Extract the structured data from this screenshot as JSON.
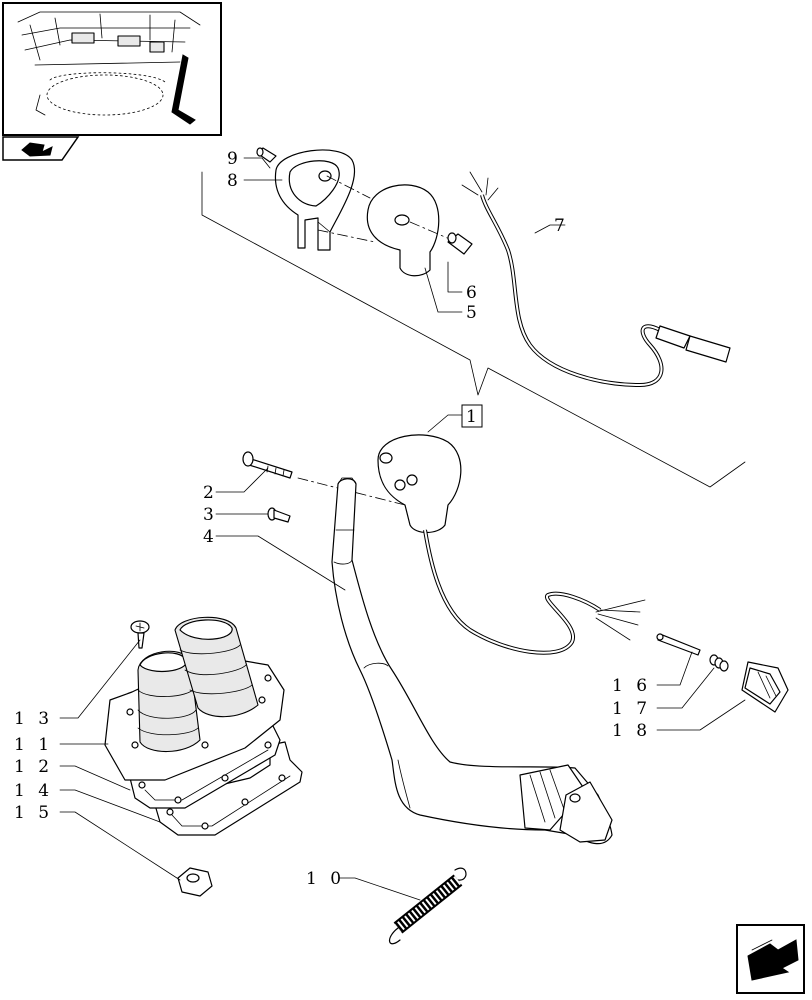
{
  "callouts": {
    "c1": "1",
    "c2": "2",
    "c3": "3",
    "c4": "4",
    "c5": "5",
    "c6": "6",
    "c7": "7",
    "c8": "8",
    "c9": "9",
    "c10": "1 0",
    "c11": "1 1",
    "c12": "1 2",
    "c13": "1 3",
    "c14": "1 4",
    "c15": "1 5",
    "c16": "1 6",
    "c17": "1 7",
    "c18": "1 8"
  },
  "icons": {
    "thumbnail": "tractor-cab-locator-icon",
    "nav_prev": "book-arrow-icon",
    "nav_next": "next-page-arrow-icon"
  }
}
